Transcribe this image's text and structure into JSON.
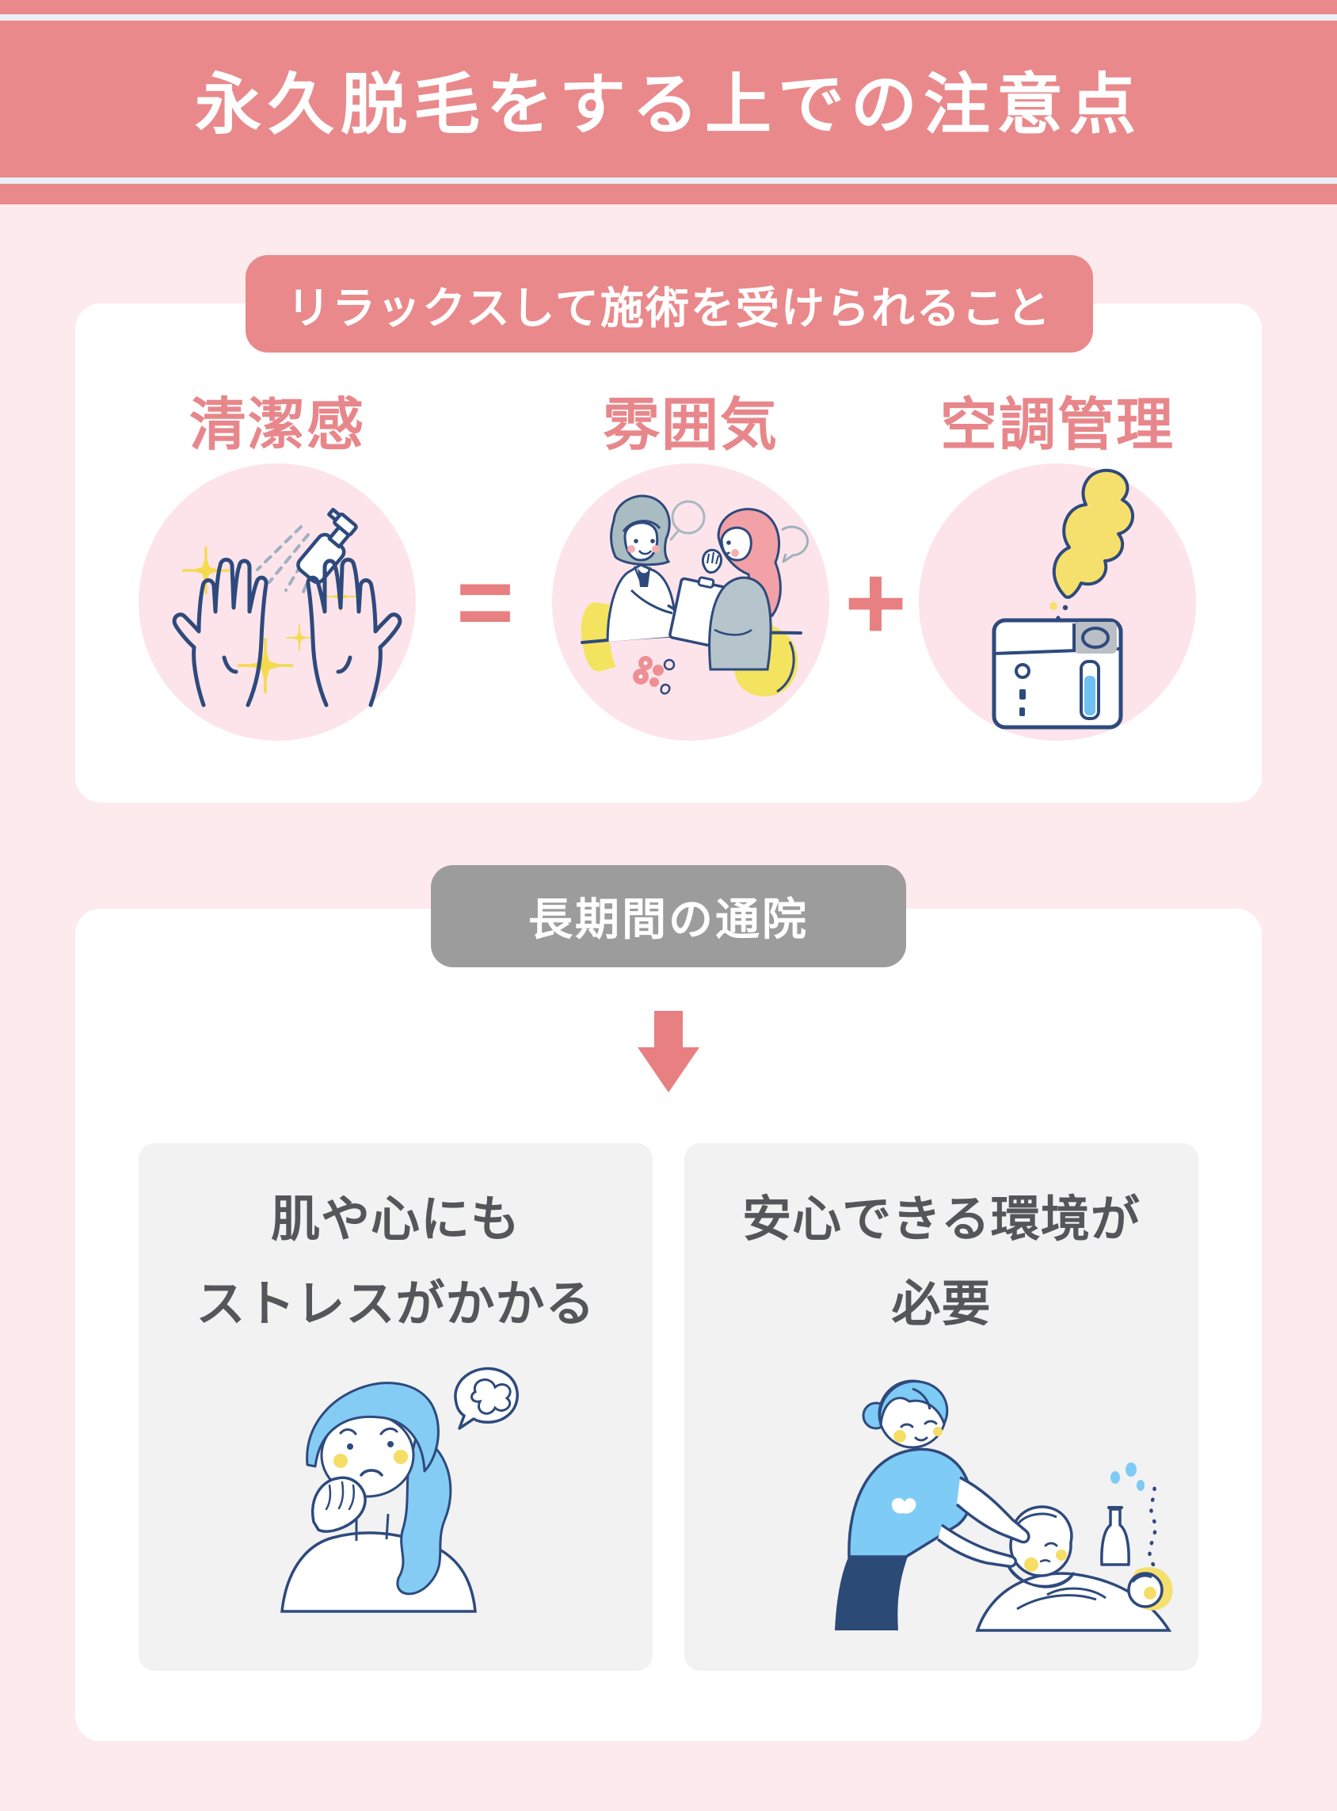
{
  "header": {
    "title": "永久脱毛をする上での注意点"
  },
  "section1": {
    "label": "リラックスして施術を受けられること",
    "items": [
      {
        "heading": "清潔感",
        "icon": "sanitizing-hands-illustration"
      },
      {
        "heading": "雰囲気",
        "icon": "counseling-illustration"
      },
      {
        "heading": "空調管理",
        "icon": "humidifier-illustration"
      }
    ],
    "operators": {
      "equals": "=",
      "plus": "+"
    }
  },
  "section2": {
    "label": "長期間の通院",
    "arrow_icon": "down-arrow-icon",
    "boxes": [
      {
        "title_line1": "肌や心にも",
        "title_line2": "ストレスがかかる",
        "icon": "worried-woman-illustration"
      },
      {
        "title_line1": "安心できる環境が",
        "title_line2": "必要",
        "icon": "facial-treatment-illustration"
      }
    ]
  },
  "colors": {
    "header_salmon": "#e9898b",
    "accent_deep_salmon": "#e87f81",
    "pale_divider": "#e9eff5",
    "page_background": "#fdeaed",
    "card_white": "#ffffff",
    "circle_pink": "#fce4ea",
    "heading_pink": "#e8878b",
    "gray_label": "#9c9c9c",
    "gray_box": "#f2f2f3",
    "dark_text": "#55565a",
    "illustration_navy": "#2e4a7d",
    "illustration_light_blue": "#85ccf4",
    "illustration_yellow": "#f5dd66",
    "illustration_gray": "#aab8c0"
  }
}
